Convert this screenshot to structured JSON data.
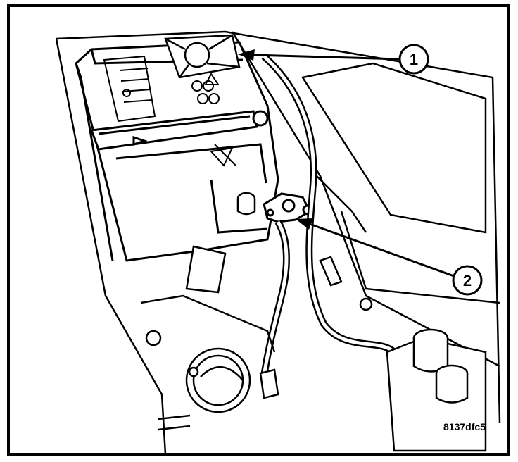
{
  "callouts": [
    {
      "number": "1",
      "target": "battery-top-cover"
    },
    {
      "number": "2",
      "target": "negative-battery-cable-clamp"
    }
  ],
  "figure_code": "8137dfc5",
  "colors": {
    "line": "#000000",
    "background": "#ffffff"
  }
}
